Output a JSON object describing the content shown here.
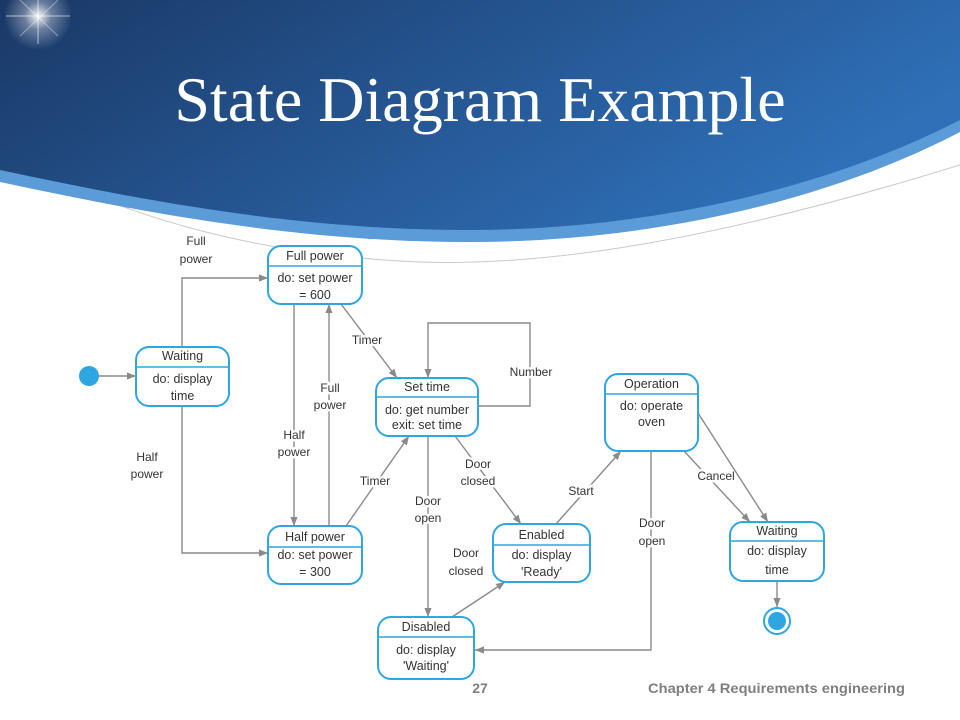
{
  "slide": {
    "title": "State Diagram Example",
    "page_number": "27",
    "footer": "Chapter 4 Requirements engineering"
  },
  "colors": {
    "header_dark": "#1a3866",
    "header_light": "#2f70b8",
    "header_band": "#5b9bd8",
    "title_text": "#ffffff",
    "state_border": "#2ea6e2",
    "transition_line": "#8a8a8a",
    "footer_text": "#7f7f7f"
  },
  "diagram": {
    "states": [
      {
        "name": "Waiting",
        "activity": [
          "do: display",
          "time"
        ]
      },
      {
        "name": "Full power",
        "activity": [
          "do: set power",
          "= 600"
        ]
      },
      {
        "name": "Set time",
        "activity": [
          "do: get number",
          "exit: set time"
        ]
      },
      {
        "name": "Half power",
        "activity": [
          "do: set power",
          "= 300"
        ]
      },
      {
        "name": "Operation",
        "activity": [
          "do: operate",
          "oven"
        ]
      },
      {
        "name": "Enabled",
        "activity": [
          "do: display",
          "'Ready'"
        ]
      },
      {
        "name": "Disabled",
        "activity": [
          "do: display",
          "'Waiting'"
        ]
      },
      {
        "name": "Waiting",
        "activity": [
          "do: display",
          "time"
        ]
      }
    ],
    "initial_transition_to": 0,
    "final_transition_from": 7,
    "transitions": [
      {
        "from": 0,
        "to": 1,
        "label": [
          "Full",
          "power"
        ]
      },
      {
        "from": 0,
        "to": 3,
        "label": [
          "Half",
          "power"
        ]
      },
      {
        "from": 1,
        "to": 3,
        "label": [
          "Half",
          "power"
        ]
      },
      {
        "from": 3,
        "to": 1,
        "label": [
          "Full",
          "power"
        ]
      },
      {
        "from": 1,
        "to": 2,
        "label": [
          "Timer"
        ]
      },
      {
        "from": 3,
        "to": 2,
        "label": [
          "Timer"
        ]
      },
      {
        "from": 2,
        "to": 2,
        "label": [
          "Number"
        ]
      },
      {
        "from": 2,
        "to": 6,
        "label": [
          "Door",
          "open"
        ]
      },
      {
        "from": 2,
        "to": 5,
        "label": [
          "Door",
          "closed"
        ]
      },
      {
        "from": 6,
        "to": 5,
        "label": [
          "Door",
          "closed"
        ]
      },
      {
        "from": 5,
        "to": 4,
        "label": [
          "Start"
        ]
      },
      {
        "from": 4,
        "to": 6,
        "label": [
          "Door",
          "open"
        ]
      },
      {
        "from": 4,
        "to": 7,
        "label": [
          "Cancel"
        ]
      },
      {
        "from": 4,
        "to": 7,
        "label": []
      }
    ]
  }
}
